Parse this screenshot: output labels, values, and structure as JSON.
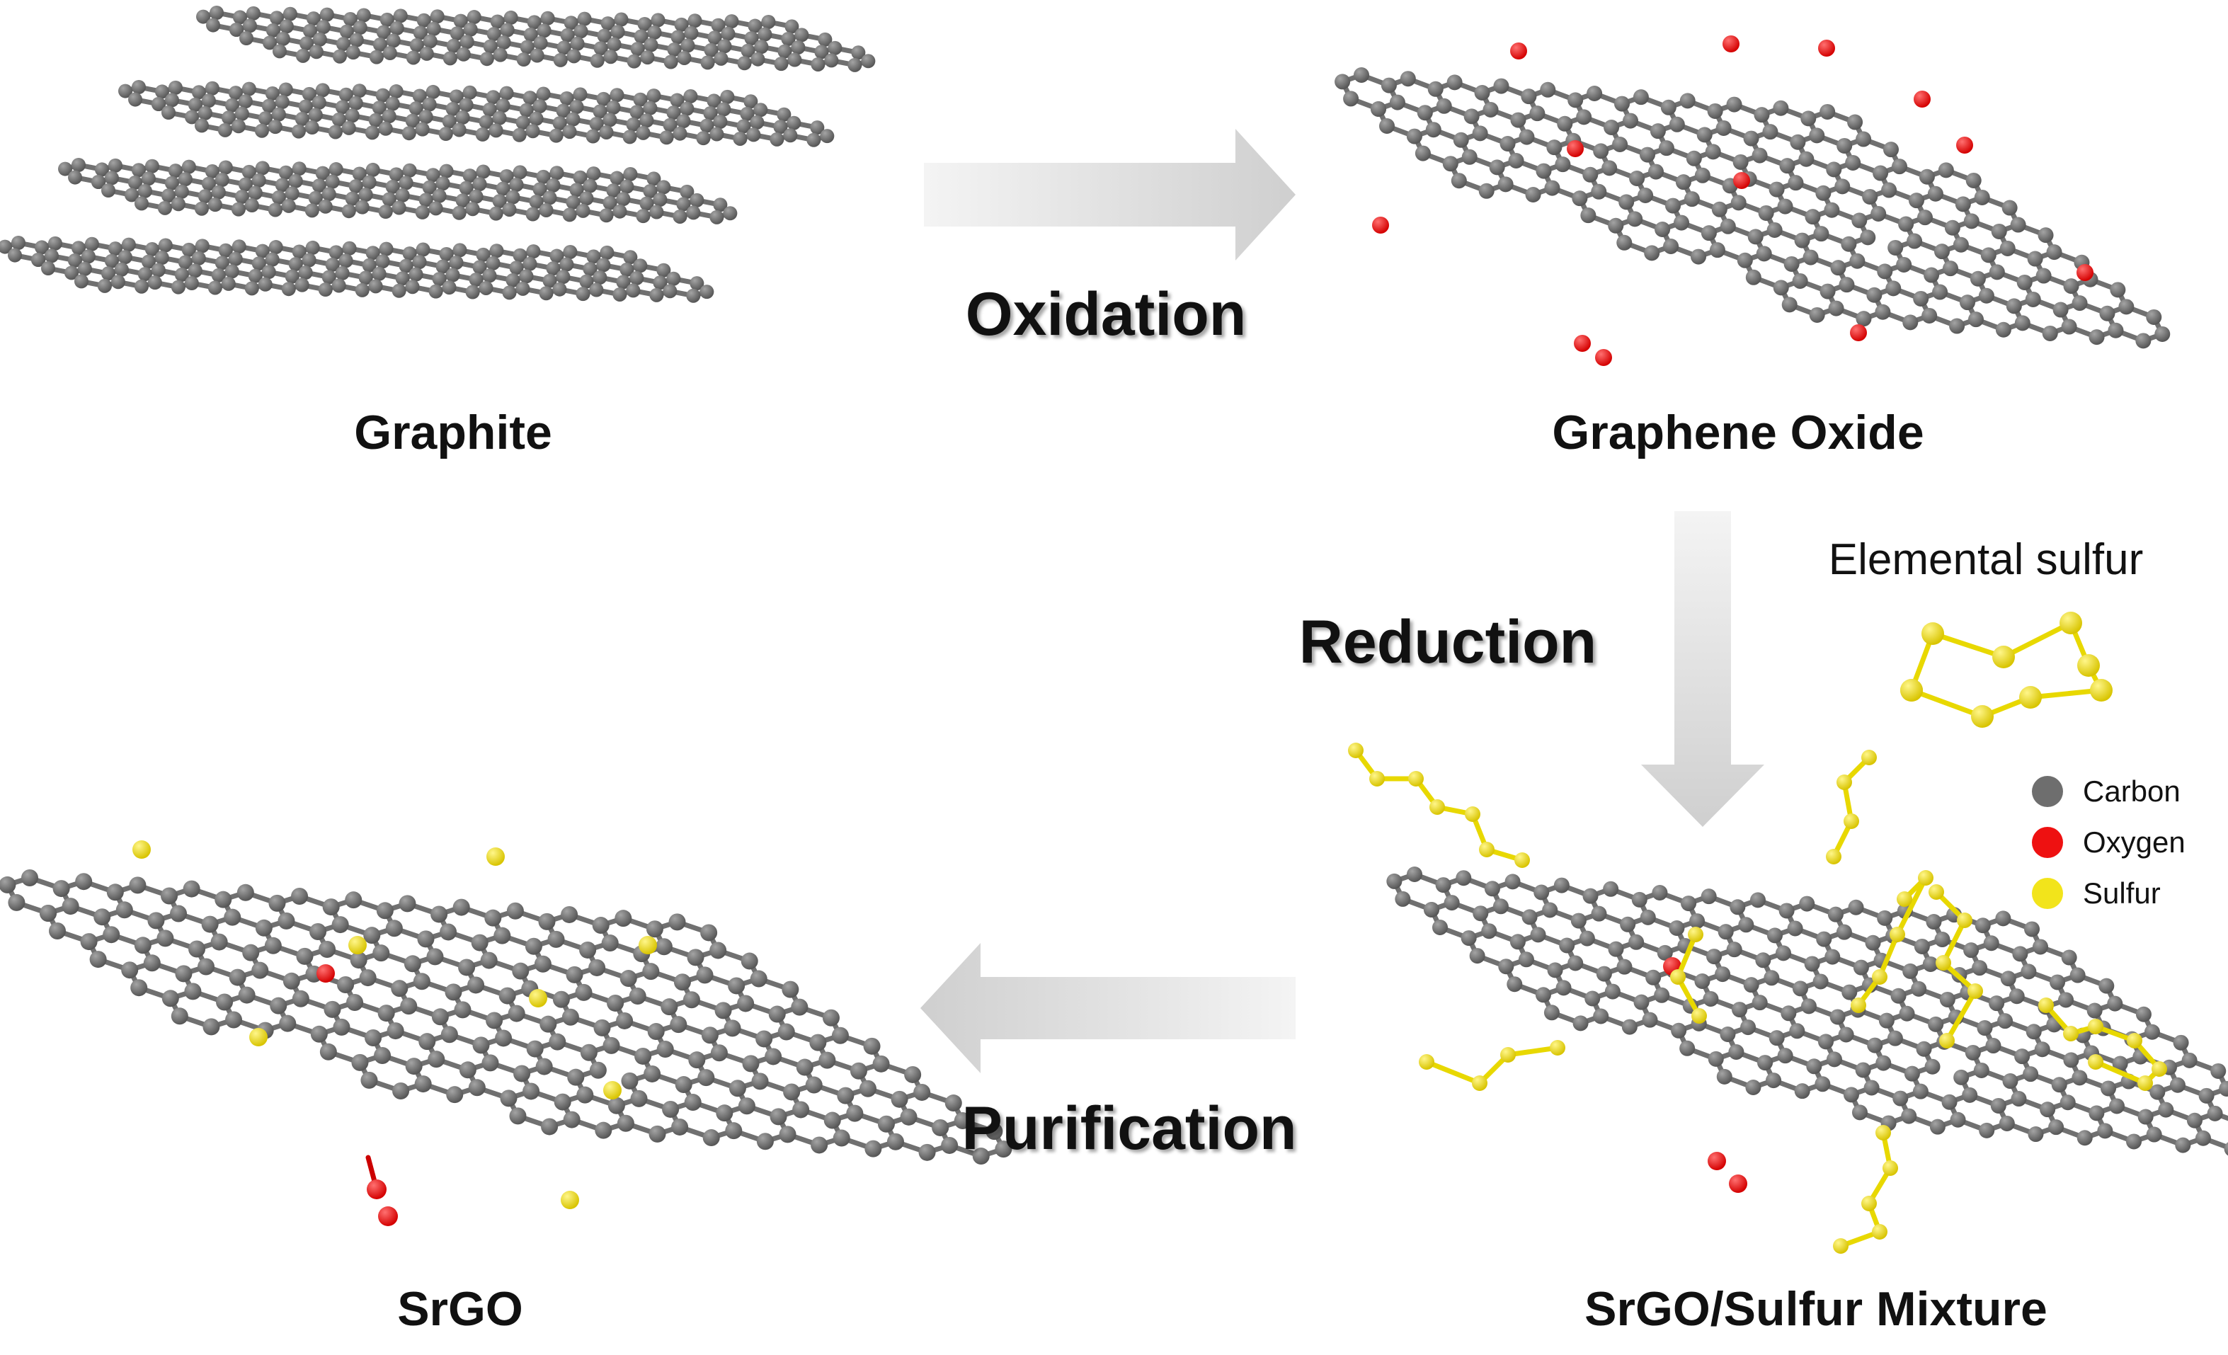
{
  "labels": {
    "graphite": "Graphite",
    "graphene_oxide": "Graphene Oxide",
    "srgo": "SrGO",
    "mixture": "SrGO/Sulfur Mixture",
    "elemental_sulfur": "Elemental sulfur"
  },
  "steps": {
    "oxidation": "Oxidation",
    "reduction": "Reduction",
    "purification": "Purification"
  },
  "legend": [
    {
      "label": "Carbon",
      "color": "#6e6e6e"
    },
    {
      "label": "Oxygen",
      "color": "#ee1111"
    },
    {
      "label": "Sulfur",
      "color": "#f2e41b"
    }
  ],
  "colors": {
    "carbon": "#6e6e6e",
    "oxygen": "#ee1111",
    "sulfur": "#f2e41b",
    "arrow": "#dadada"
  }
}
